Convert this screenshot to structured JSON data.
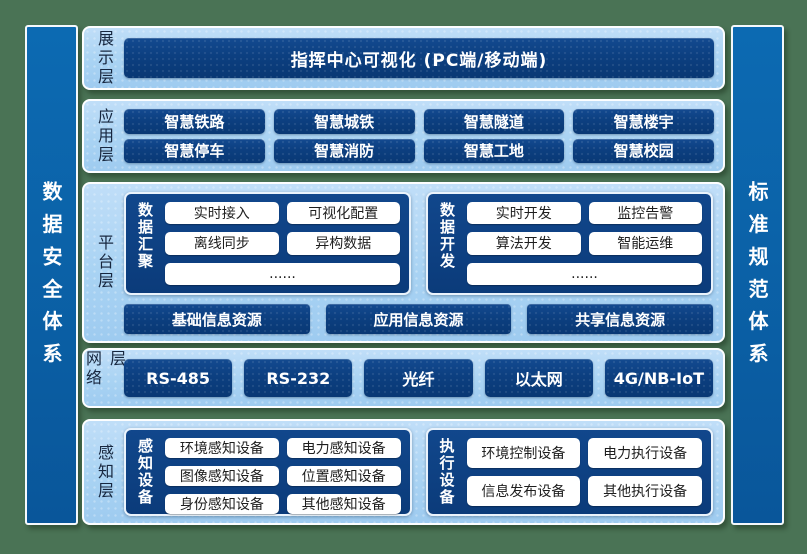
{
  "colors": {
    "background": "#4a7355",
    "panel_light_blue": "#a9d3f3",
    "block_navy": "#0c3f80",
    "pillar_blue": "#0b62a8",
    "white": "#ffffff"
  },
  "pillars": {
    "left": {
      "label": "数据安全体系"
    },
    "right": {
      "label": "标准规范体系"
    }
  },
  "layers": {
    "display": {
      "label": "展示层",
      "banner": "指挥中心可视化 (PC端/移动端)"
    },
    "application": {
      "label": "应用层",
      "buttons": [
        "智慧铁路",
        "智慧城铁",
        "智慧隧道",
        "智慧楼宇",
        "智慧停车",
        "智慧消防",
        "智慧工地",
        "智慧校园"
      ]
    },
    "platform": {
      "label": "平台层",
      "groups": [
        {
          "label": "数据汇聚",
          "items": [
            "实时接入",
            "可视化配置",
            "离线同步",
            "异构数据"
          ],
          "more": "......"
        },
        {
          "label": "数据开发",
          "items": [
            "实时开发",
            "监控告警",
            "算法开发",
            "智能运维"
          ],
          "more": "......"
        }
      ],
      "resources": [
        "基础信息资源",
        "应用信息资源",
        "共享信息资源"
      ]
    },
    "network": {
      "label": "网络层",
      "buttons": [
        "RS-485",
        "RS-232",
        "光纤",
        "以太网",
        "4G/NB-IoT"
      ]
    },
    "perception": {
      "label": "感知层",
      "groups": [
        {
          "label": "感知设备",
          "items": [
            "环境感知设备",
            "电力感知设备",
            "图像感知设备",
            "位置感知设备",
            "身份感知设备",
            "其他感知设备"
          ]
        },
        {
          "label": "执行设备",
          "items": [
            "环境控制设备",
            "电力执行设备",
            "信息发布设备",
            "其他执行设备"
          ]
        }
      ]
    }
  }
}
